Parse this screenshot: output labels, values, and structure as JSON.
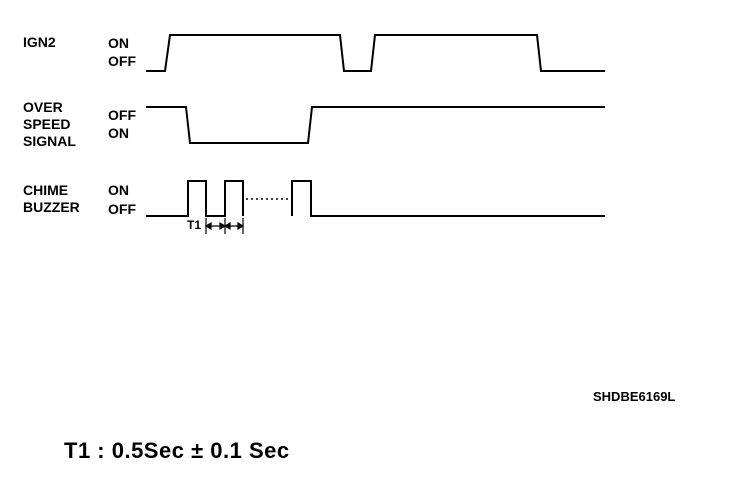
{
  "signals": {
    "ign2": {
      "name": "IGN2",
      "high_label": "ON",
      "low_label": "OFF"
    },
    "over_speed": {
      "name_lines": [
        "OVER",
        "SPEED",
        "SIGNAL"
      ],
      "high_label": "OFF",
      "low_label": "ON"
    },
    "chime_buzzer": {
      "name_lines": [
        "CHIME",
        "BUZZER"
      ],
      "high_label": "ON",
      "low_label": "OFF"
    }
  },
  "t1_label": "T1",
  "diagram_code": "SHDBE6169L",
  "legend": "T1 : 0.5Sec ± 0.1 Sec"
}
